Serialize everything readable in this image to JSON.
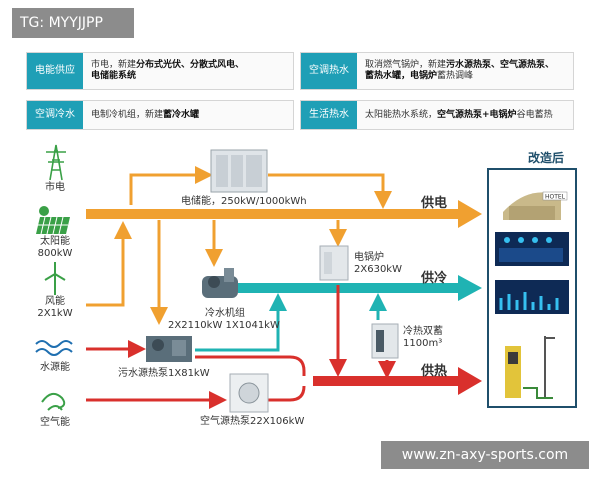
{
  "watermark_top": "TG: MYYJJPP",
  "watermark_bottom": "www.zn-axy-sports.com",
  "info": {
    "power_supply": {
      "tag": "电能供应",
      "line1_pre": "市电，新建",
      "line1_hl": "分布式光伏、分散式风电、",
      "line2_hl": "电储能系统"
    },
    "ac_heat": {
      "tag": "空调热水",
      "line1_pre": "取消燃气锅炉，新建",
      "line1_hl": "污水源热泵、空气源热泵、",
      "line2_hl": "蓄热水罐，电锅炉",
      "line2_post": "蓄热调峰"
    },
    "ac_cool": {
      "tag": "空调冷水",
      "line_pre": "电制冷机组，新建",
      "line_hl": "蓄冷水罐"
    },
    "hot_water": {
      "tag": "生活热水",
      "line_pre": "太阳能热水系统，",
      "line_hl": "空气源热泵+电锅炉",
      "line_post": "谷电蓄热"
    }
  },
  "sources": {
    "grid": "市电",
    "solar": "太阳能",
    "solar_cap": "800kW",
    "wind": "风能",
    "wind_cap": "2X1kW",
    "water": "水源能",
    "air": "空气能"
  },
  "devices": {
    "storage": "电储能，250kW/1000kWh",
    "chiller_name": "冷水机组",
    "chiller_cap": "2X2110kW  1X1041kW",
    "boiler_name": "电锅炉",
    "boiler_cap": "2X630kW",
    "tank_name": "冷热双蓄",
    "tank_cap": "1100m³",
    "sewage_pump": "污水源热泵1X81kW",
    "air_pump": "空气源热泵22X106kW"
  },
  "outputs": {
    "power": "供电",
    "cooling": "供冷",
    "heating": "供热"
  },
  "after_title": "改造后",
  "hotel_sign": "HOTEL",
  "colors": {
    "orange": "#f0a030",
    "teal": "#1fb3b3",
    "red": "#d9302c",
    "tag": "#1f9fb6",
    "dark": "#1f4f6b"
  }
}
